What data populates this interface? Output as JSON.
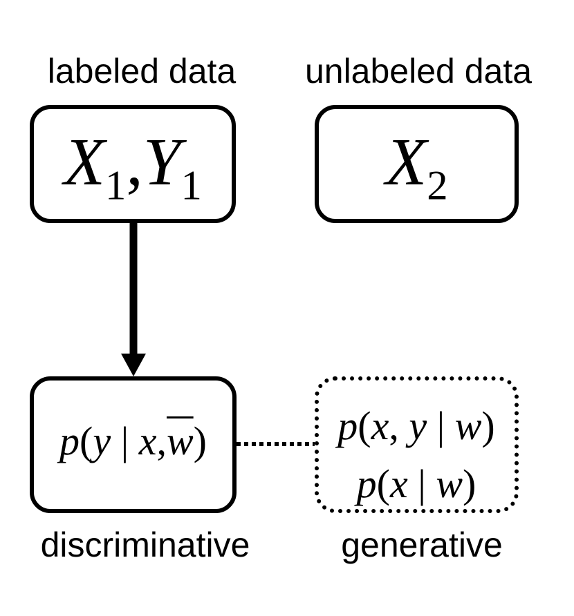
{
  "labels": {
    "labeled": "labeled data",
    "unlabeled": "unlabeled data",
    "discriminative": "discriminative",
    "generative": "generative"
  },
  "nodes": {
    "labeled_data": {
      "x_var": "X",
      "x_sub": "1",
      "sep": ",",
      "y_var": "Y",
      "y_sub": "1"
    },
    "unlabeled_data": {
      "x_var": "X",
      "x_sub": "2"
    },
    "discriminative_model": {
      "p": "p",
      "open": "(",
      "y": "y",
      "bar": " | ",
      "x": "x",
      "comma": ",",
      "w": "w",
      "close": ")"
    },
    "generative_model": {
      "joint": {
        "p": "p",
        "open": "(",
        "x": "x",
        "comma": ", ",
        "y": "y",
        "bar": " | ",
        "w": "w",
        "close": ")"
      },
      "marginal": {
        "p": "p",
        "open": "(",
        "x": "x",
        "bar": " | ",
        "w": "w",
        "close": ")"
      }
    }
  },
  "edges": [
    {
      "from": "labeled_data",
      "to": "discriminative_model",
      "style": "solid-arrow"
    },
    {
      "from": "discriminative_model",
      "to": "generative_model",
      "style": "dotted-line"
    }
  ]
}
